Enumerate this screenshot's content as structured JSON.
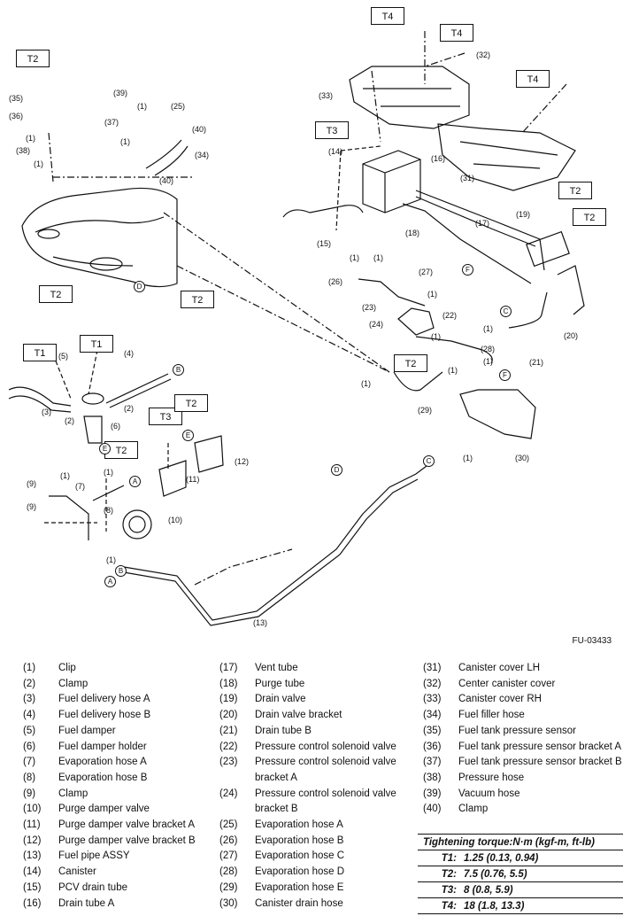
{
  "figure_id": "FU-03433",
  "torque_tags": [
    "T1",
    "T2",
    "T3",
    "T4"
  ],
  "connectors": [
    "A",
    "B",
    "C",
    "D",
    "E",
    "F"
  ],
  "callout_numbers": [
    "(1)",
    "(2)",
    "(3)",
    "(4)",
    "(5)",
    "(6)",
    "(7)",
    "(8)",
    "(9)",
    "(10)",
    "(11)",
    "(12)",
    "(13)",
    "(14)",
    "(15)",
    "(16)",
    "(17)",
    "(18)",
    "(19)",
    "(20)",
    "(21)",
    "(22)",
    "(23)",
    "(24)",
    "(25)",
    "(26)",
    "(27)",
    "(28)",
    "(29)",
    "(30)",
    "(31)",
    "(32)",
    "(33)",
    "(34)",
    "(35)",
    "(36)",
    "(37)",
    "(38)",
    "(39)",
    "(40)"
  ],
  "legend": [
    {
      "num": "(1)",
      "label": "Clip"
    },
    {
      "num": "(2)",
      "label": "Clamp"
    },
    {
      "num": "(3)",
      "label": "Fuel delivery hose A"
    },
    {
      "num": "(4)",
      "label": "Fuel delivery hose B"
    },
    {
      "num": "(5)",
      "label": "Fuel damper"
    },
    {
      "num": "(6)",
      "label": "Fuel damper holder"
    },
    {
      "num": "(7)",
      "label": "Evaporation hose A"
    },
    {
      "num": "(8)",
      "label": "Evaporation hose B"
    },
    {
      "num": "(9)",
      "label": "Clamp"
    },
    {
      "num": "(10)",
      "label": "Purge damper valve"
    },
    {
      "num": "(11)",
      "label": "Purge damper valve bracket A"
    },
    {
      "num": "(12)",
      "label": "Purge damper valve bracket B"
    },
    {
      "num": "(13)",
      "label": "Fuel pipe ASSY"
    },
    {
      "num": "(14)",
      "label": "Canister"
    },
    {
      "num": "(15)",
      "label": "PCV drain tube"
    },
    {
      "num": "(16)",
      "label": "Drain tube A"
    },
    {
      "num": "(17)",
      "label": "Vent tube"
    },
    {
      "num": "(18)",
      "label": "Purge tube"
    },
    {
      "num": "(19)",
      "label": "Drain valve"
    },
    {
      "num": "(20)",
      "label": "Drain valve bracket"
    },
    {
      "num": "(21)",
      "label": "Drain tube B"
    },
    {
      "num": "(22)",
      "label": "Pressure control solenoid valve"
    },
    {
      "num": "(23)",
      "label": "Pressure control solenoid valve bracket A"
    },
    {
      "num": "(24)",
      "label": "Pressure control solenoid valve bracket B"
    },
    {
      "num": "(25)",
      "label": "Evaporation hose A"
    },
    {
      "num": "(26)",
      "label": "Evaporation hose B"
    },
    {
      "num": "(27)",
      "label": "Evaporation hose C"
    },
    {
      "num": "(28)",
      "label": "Evaporation hose D"
    },
    {
      "num": "(29)",
      "label": "Evaporation hose E"
    },
    {
      "num": "(30)",
      "label": "Canister drain hose"
    },
    {
      "num": "(31)",
      "label": "Canister cover LH"
    },
    {
      "num": "(32)",
      "label": "Center canister cover"
    },
    {
      "num": "(33)",
      "label": "Canister cover RH"
    },
    {
      "num": "(34)",
      "label": "Fuel filler hose"
    },
    {
      "num": "(35)",
      "label": "Fuel tank pressure sensor"
    },
    {
      "num": "(36)",
      "label": "Fuel tank pressure sensor bracket A"
    },
    {
      "num": "(37)",
      "label": "Fuel tank pressure sensor bracket B"
    },
    {
      "num": "(38)",
      "label": "Pressure hose"
    },
    {
      "num": "(39)",
      "label": "Vacuum hose"
    },
    {
      "num": "(40)",
      "label": "Clamp"
    }
  ],
  "torque": {
    "title": "Tightening torque:N·m (kgf-m, ft-lb)",
    "rows": [
      {
        "key": "T1:",
        "value": "1.25 (0.13, 0.94)"
      },
      {
        "key": "T2:",
        "value": "7.5 (0.76, 5.5)"
      },
      {
        "key": "T3:",
        "value": "8 (0.8, 5.9)"
      },
      {
        "key": "T4:",
        "value": "18 (1.8, 13.3)"
      }
    ]
  }
}
